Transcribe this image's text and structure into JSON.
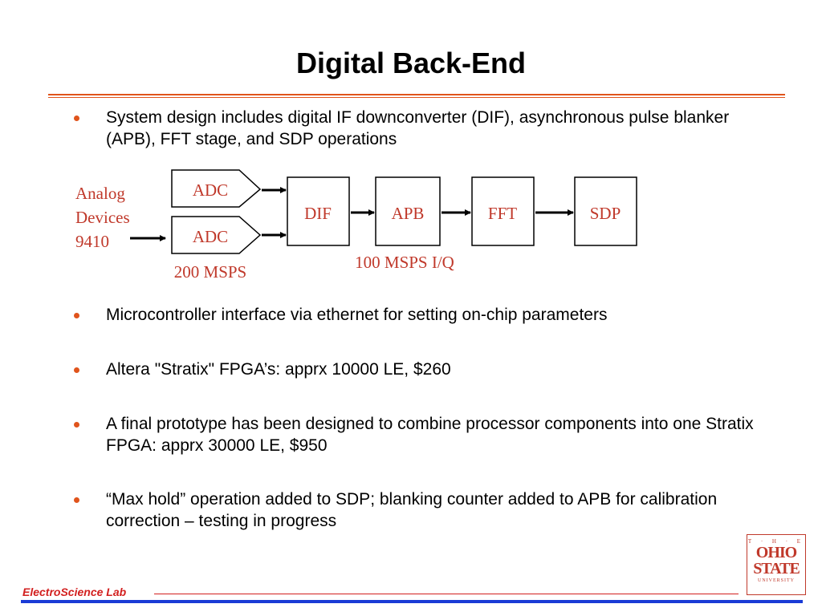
{
  "slide": {
    "title": "Digital Back-End"
  },
  "bullets": [
    "System design includes digital IF downconverter (DIF), asynchronous pulse blanker (APB), FFT stage, and SDP operations",
    "Microcontroller interface via ethernet for setting on-chip parameters",
    "Altera \"Stratix\" FPGA’s: apprx 10000 LE, $260",
    "A final prototype has been designed to combine processor components into one Stratix FPGA: apprx 30000 LE, $950",
    "“Max hold” operation added to SDP; blanking counter added to APB for calibration correction – testing in progress"
  ],
  "diagram": {
    "source_label": [
      "Analog",
      "Devices",
      "9410"
    ],
    "adc_top": "ADC",
    "adc_bottom": "ADC",
    "adc_rate": "200 MSPS",
    "blocks": [
      "DIF",
      "APB",
      "FFT",
      "SDP"
    ],
    "iq_rate": "100 MSPS I/Q",
    "label_color": "#c0392b"
  },
  "footer": {
    "lab_name": "ElectroScience Lab",
    "accent_color": "#d21f1f",
    "bar_color": "#1a3bd6"
  },
  "logo": {
    "the": "T · H · E",
    "line1": "OHIO",
    "line2": "STATE",
    "line3": "UNIVERSITY"
  }
}
